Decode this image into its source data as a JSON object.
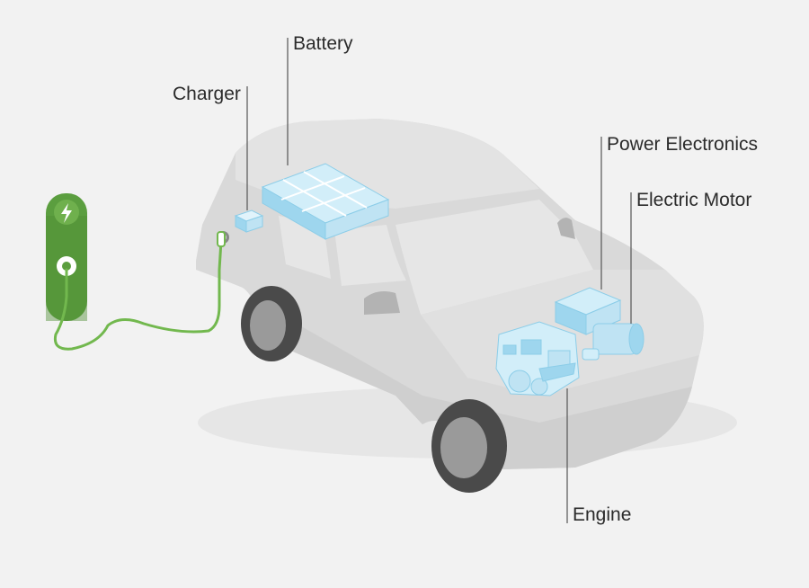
{
  "labels": {
    "battery": "Battery",
    "charger": "Charger",
    "power_electronics": "Power Electronics",
    "electric_motor": "Electric Motor",
    "engine": "Engine"
  },
  "icons": {
    "charging_station": "charging-station-icon",
    "lightning": "lightning-bolt-icon",
    "plug": "plug-socket-icon"
  },
  "colors": {
    "background": "#f2f2f2",
    "car_body": "#d9d9d9",
    "station_green": "#5b9e3f",
    "cable_green": "#72b84e",
    "component_blue": "#bfe3f3",
    "leader_line": "#555555"
  }
}
